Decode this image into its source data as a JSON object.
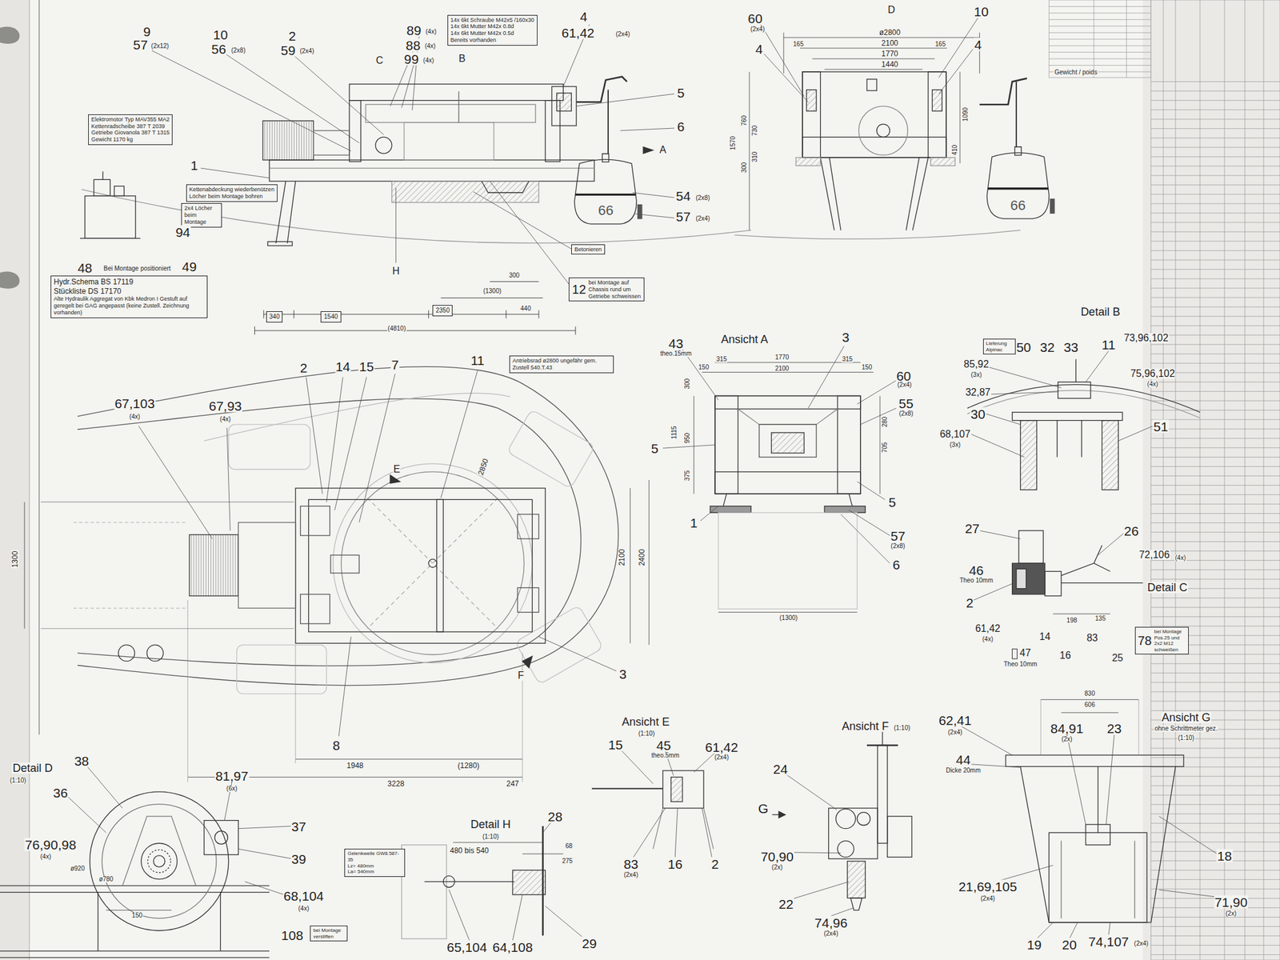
{
  "diagram": {
    "nodes": [
      {
        "text": [
          "14x 6kt Schraube M42x5 /160x30",
          "14x 6kt Mutter M42x 0.8d",
          "14x 6kt Mutter M42x 0.5d",
          "Bereits vorhanden"
        ]
      },
      {
        "text": [
          "Elektromotor Typ MAV355 MA2",
          "Kettenradscheibe 387 T 2039",
          "Getriebe Giovanola 387 T 1315",
          "Gewicht 1170 kg"
        ]
      },
      {
        "text": [
          "Kettenabdeckung wiederbenützen",
          "Löcher beim Montage bohren"
        ]
      },
      {
        "text": [
          "2x4 Löcher beim Montage"
        ]
      },
      {
        "text": [
          "Hydr.Schema BS 17119",
          "Stückliste DS 17170",
          "Alte Hydraulik Aggregat von Kbk Medron I Gestuft auf geregelt bei GAG angepasst (keine Zustell. Zeichnung vorhanden)"
        ]
      },
      {
        "text": [
          "340"
        ]
      },
      {
        "text": [
          "1540"
        ]
      },
      {
        "text": [
          "2350"
        ]
      },
      {
        "text": [
          "Betonieren"
        ]
      },
      {
        "text": [
          "12",
          "bei Montage auf Chassis rund um Getriebe schweissen"
        ]
      },
      {
        "text": [
          "66"
        ]
      },
      {
        "text": [
          "66"
        ]
      },
      {
        "text": [
          "Antriebsrad ø2800 ungefähr gem. Zustell 540.T.43"
        ]
      },
      {
        "text": [
          "Lieferung Alpinac"
        ]
      },
      {
        "text": [
          "78",
          "bei Montage Pos.25 und 2x2 M12 schweißen"
        ]
      },
      {
        "text": [
          "bei Montage verstiften"
        ]
      },
      {
        "text": [
          "Gelenkwelle GW8.587-35",
          "Lz= 480mm",
          "La= 540mm"
        ]
      }
    ],
    "labels": [
      "9",
      "57",
      "(2x12)",
      "10",
      "56",
      "(2x8)",
      "2",
      "59",
      "(2x4)",
      "89",
      "(4x)",
      "88",
      "(4x)",
      "99",
      "(4x)",
      "C",
      "B",
      "4",
      "61,42",
      "(2x4)",
      "5",
      "6",
      "A",
      "1",
      "94",
      "48",
      "Bei Montage positioniert",
      "49",
      "H",
      "300",
      "(1300)",
      "440",
      "(4810)",
      "54",
      "(2x8)",
      "57",
      "(2x4)",
      "60",
      "(2x4)",
      "4",
      "D",
      "10",
      "4",
      "ø2800",
      "2100",
      "1770",
      "1440",
      "165",
      "165",
      "760",
      "730",
      "310",
      "300",
      "1090",
      "410",
      "1570",
      "Gewicht / poids",
      "67,103",
      "(4x)",
      "67,93",
      "(4x)",
      "2",
      "14",
      "15",
      "7",
      "11",
      "E",
      "2850",
      "2100",
      "2400",
      "1300",
      "3",
      "F",
      "8",
      "1948",
      "(1280)",
      "3228",
      "247",
      "43",
      "theo.15mm",
      "Ansicht A",
      "3",
      "315",
      "1770",
      "315",
      "150",
      "2100",
      "150",
      "60",
      "(2x4)",
      "55",
      "(2x8)",
      "5",
      "5",
      "1",
      "57",
      "(2x8)",
      "6",
      "(1300)",
      "300",
      "1115",
      "950",
      "375",
      "280",
      "705",
      "Detail B",
      "50",
      "32",
      "33",
      "11",
      "73,96,102",
      "85,92",
      "(3x)",
      "75,96,102",
      "(4x)",
      "32,87",
      "30",
      "51",
      "68,107",
      "(3x)",
      "27",
      "26",
      "46",
      "Theo 10mm",
      "72,106",
      "(4x)",
      "Detail C",
      "2",
      "61,42",
      "(4x)",
      "47",
      "Theo 10mm",
      "14",
      "16",
      "83",
      "25",
      "198",
      "135",
      "Detail D",
      "(1:10)",
      "38",
      "36",
      "81,97",
      "(6x)",
      "37",
      "76,90,98",
      "(4x)",
      "39",
      "ø920",
      "ø780",
      "68,104",
      "(4x)",
      "150",
      "108",
      "Detail H",
      "(1:10)",
      "28",
      "480 bis 540",
      "68",
      "275",
      "65,104",
      "64,108",
      "29",
      "Ansicht E",
      "(1:10)",
      "15",
      "45",
      "theo.5mm",
      "61,42",
      "(2x4)",
      "83",
      "(2x4)",
      "16",
      "2",
      "Ansicht F",
      "(1:10)",
      "24",
      "G",
      "70,90",
      "(2x)",
      "22",
      "74,96",
      "(2x4)",
      "62,41",
      "(2x4)",
      "44",
      "Dicke 20mm",
      "830",
      "606",
      "84,91",
      "(2x)",
      "23",
      "Ansicht G",
      "ohne Schrittmeter gez.",
      "(1:10)",
      "18",
      "21,69,105",
      "(2x4)",
      "71,90",
      "(2x)",
      "19",
      "20",
      "74,107",
      "(2x4)"
    ]
  }
}
